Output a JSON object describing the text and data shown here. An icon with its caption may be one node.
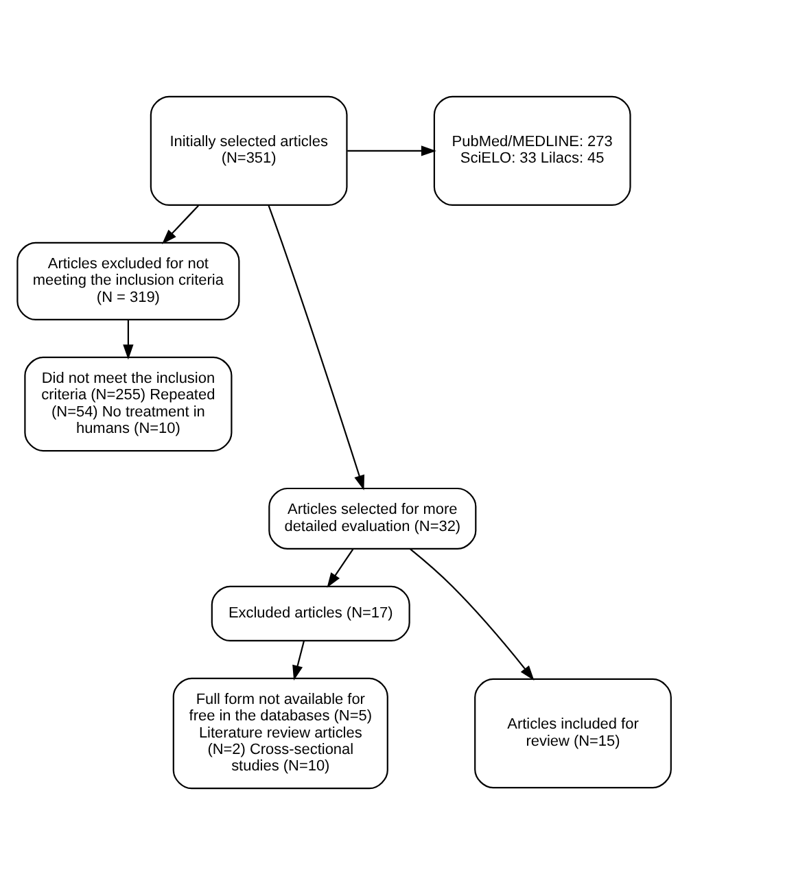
{
  "diagram": {
    "nodes": [
      {
        "text": [
          "Initially selected articles (N=351)"
        ]
      },
      {
        "text": [
          "PubMed/MEDLINE: 273 SciELO: 33 Lilacs: 45"
        ]
      },
      {
        "text": [
          "Articles excluded for not meeting the inclusion criteria (N = 319)"
        ]
      },
      {
        "text": [
          "Did not meet the inclusion criteria (N=255) Repeated (N=54) No treatment in humans (N=10)"
        ]
      },
      {
        "text": [
          "Articles selected for more detailed evaluation (N=32)"
        ]
      },
      {
        "text": [
          "Excluded articles (N=17)"
        ]
      },
      {
        "text": [
          "Articles included for review (N=15)"
        ]
      },
      {
        "text": [
          "Full form not available for free in the databases (N=5) Literature review articles (N=2) Cross-sectional studies (N=10)"
        ]
      }
    ],
    "edges": [
      {
        "from": 0,
        "to": 1,
        "arrow": "to"
      },
      {
        "from": 0,
        "to": 2,
        "arrow": "to"
      },
      {
        "from": 0,
        "to": 4,
        "arrow": "to"
      },
      {
        "from": 2,
        "to": 3,
        "arrow": "to"
      },
      {
        "from": 4,
        "to": 5,
        "arrow": "to"
      },
      {
        "from": 4,
        "to": 6,
        "arrow": "to"
      },
      {
        "from": 5,
        "to": 7,
        "arrow": "to"
      }
    ]
  }
}
